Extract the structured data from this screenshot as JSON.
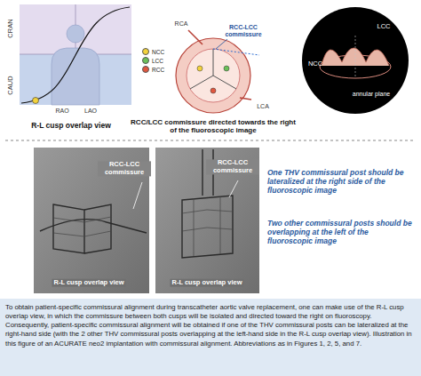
{
  "diagram": {
    "caption": "To obtain patient-specific commissural alignment during transcatheter aortic valve replacement, one can make use of the R-L cusp overlap view, in which the commissure between both cusps will be isolated and directed toward the right on fluoroscopy. Consequently, patient-specific commissural alignment will be obtained if one of the THV commissural posts can be lateralized at the right-hand side (with the 2 other THV commissural posts overlapping at the left-hand side in the R-L cusp overlap view). Illustration in this figure of an ACURATE neo2 implantation with commissural alignment. Abbreviations as in Figures 1, 2, 5, and 7.",
    "labels": [
      "CAUD",
      "CRAN",
      "RAO",
      "LAO",
      "R-L cusp overlap view",
      "RCA",
      "RCC-LCC commissure",
      "LCA",
      "RCC/LCC commissure directed towards the right of the fluoroscopic image",
      "LCC",
      "NCC",
      "annular plane",
      "RCC-LCC commissure",
      "RCC-LCC commissure",
      "R-L cusp overlap view",
      "R-L cusp overlap view",
      "One THV commissural post should be lateralized at the right side of the fluoroscopic image",
      "Two other commissural posts should be overlapping at the left of the fluoroscopic image"
    ],
    "legend": [
      {
        "text": "NCC",
        "color": "#f2d23c"
      },
      {
        "text": "LCC",
        "color": "#6bbf59"
      },
      {
        "text": "RCC",
        "color": "#e0573f"
      }
    ]
  }
}
